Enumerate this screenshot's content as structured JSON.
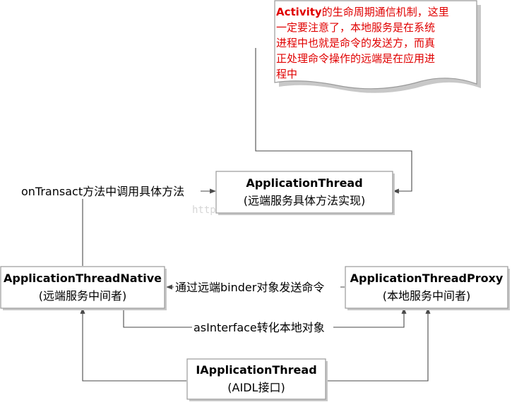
{
  "note": {
    "lines": [
      {
        "bold": "Activity",
        "rest": "的生命周期通信机制，这里"
      },
      {
        "bold": "",
        "rest": "一定要注意了，本地服务是在系统"
      },
      {
        "bold": "",
        "rest": "进程中也就是命令的发送方，而真"
      },
      {
        "bold": "",
        "rest": "正处理命令操作的远端是在应用进"
      },
      {
        "bold": "",
        "rest": "程中"
      }
    ],
    "color": "#e00000"
  },
  "nodes": {
    "application_thread": {
      "title": "ApplicationThread",
      "subtitle": "(远端服务具体方法实现)"
    },
    "application_thread_native": {
      "title": "ApplicationThreadNative",
      "subtitle": "(远端服务中间者)"
    },
    "application_thread_proxy": {
      "title": "ApplicationThreadProxy",
      "subtitle": "(本地服务中间者)"
    },
    "iapplication_thread": {
      "title": "IApplicationThread",
      "subtitle": "(AIDL接口)"
    }
  },
  "edges": {
    "on_transact": "onTransact方法中调用具体方法",
    "binder_send": "通过远端binder对象发送命令",
    "as_interface": "asInterface转化本地对象"
  },
  "watermark": "http://blog.csdn.net/"
}
